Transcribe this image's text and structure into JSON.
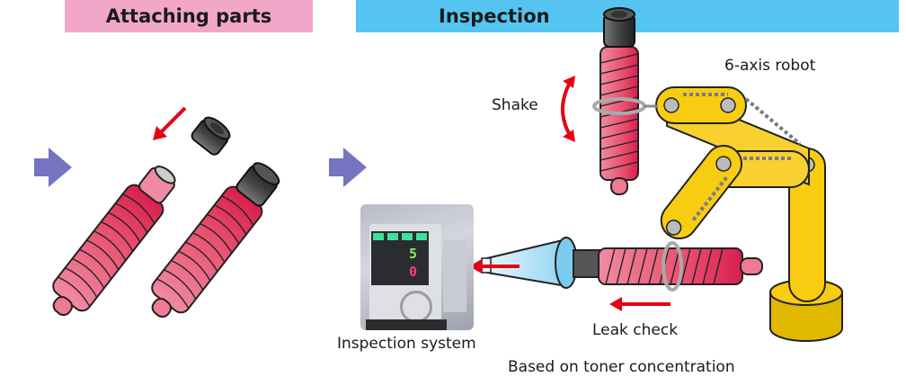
{
  "sections": {
    "attaching": {
      "title": "Attaching parts"
    },
    "inspection": {
      "title": "Inspection"
    }
  },
  "labels": {
    "shake": "Shake",
    "robot": "6-axis robot",
    "inspection_system": "Inspection system",
    "leak_check": "Leak check",
    "based_on": "Based on toner concentration"
  },
  "device_display": {
    "top_value": "5",
    "bottom_value": "0"
  },
  "colors": {
    "attach_banner": "#f2a7c8",
    "inspect_banner": "#56c4f1",
    "flow_arrow": "#7474c0",
    "red_arrow": "#e60012",
    "robot_yellow": "#f8cc10",
    "toner_pink": "#e8506e"
  }
}
